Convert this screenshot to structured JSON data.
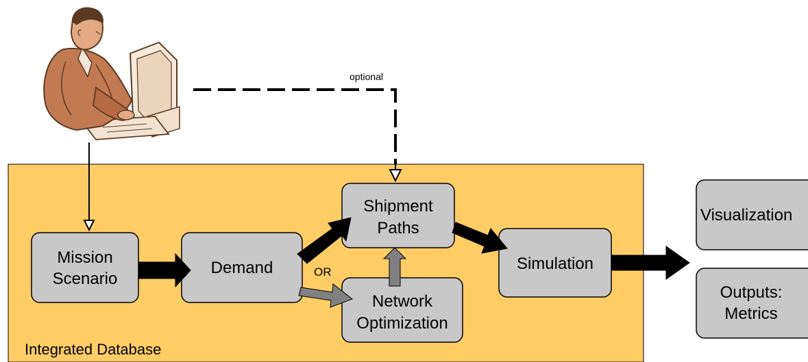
{
  "colors": {
    "database_fill": "#FFCC66",
    "box_fill": "#C8C8C8",
    "main_arrow": "#000000",
    "optional_arrow": "#808080"
  },
  "icons": {
    "user": "person-at-computer-icon"
  },
  "labels": {
    "optional": "optional",
    "or": "OR",
    "database": "Integrated Database"
  },
  "boxes": {
    "mission_scenario": [
      "Mission",
      "Scenario"
    ],
    "demand": [
      "Demand"
    ],
    "shipment_paths": [
      "Shipment",
      "Paths"
    ],
    "network_optimization": [
      "Network",
      "Optimization"
    ],
    "simulation": [
      "Simulation"
    ],
    "visualization": [
      "Visualization"
    ],
    "outputs_metrics": [
      "Outputs:",
      "Metrics"
    ]
  }
}
